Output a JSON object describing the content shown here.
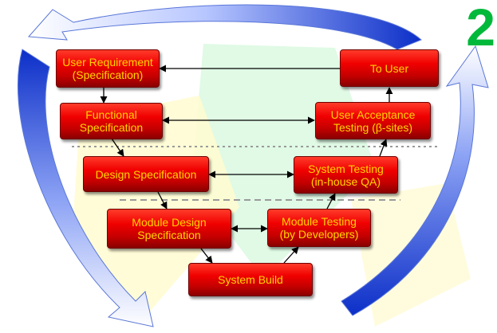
{
  "corner_number": "2",
  "colors": {
    "box_text": "#ffd500",
    "box_fill": "#e00000",
    "arrow_blue": "#1a3fd0",
    "watermark_green": "#c8f7d2",
    "watermark_yellow": "#fff8c4",
    "corner_number": "#00b83a"
  },
  "boxes": {
    "user_requirement": "User Requirement\n(Specification)",
    "to_user": "To User",
    "functional_spec": "Functional\nSpecification",
    "user_acceptance": "User Acceptance\nTesting (β-sites)",
    "design_spec": "Design Specification",
    "system_testing": "System Testing\n(in-house QA)",
    "module_design": "Module Design\nSpecification",
    "module_testing": "Module Testing\n(by Developers)",
    "system_build": "System Build"
  }
}
